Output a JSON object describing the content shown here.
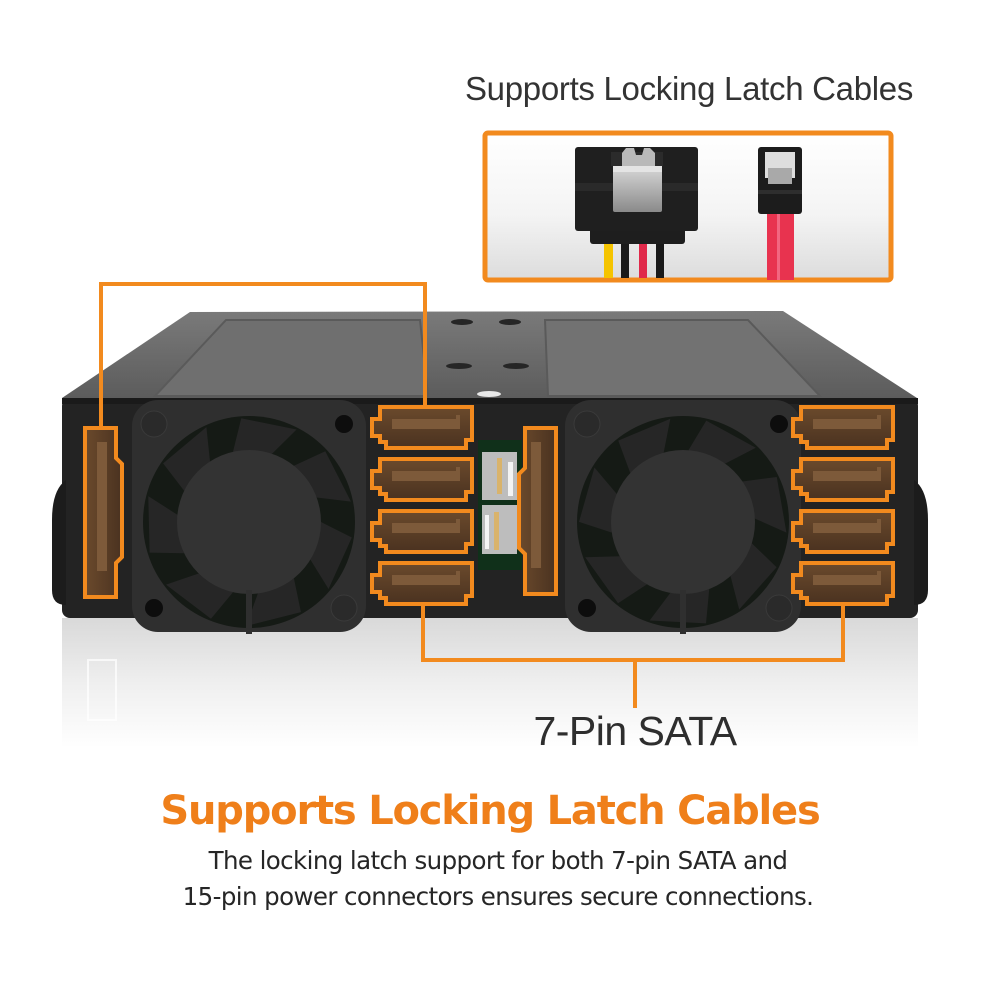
{
  "callout_top": {
    "caption": "Supports Locking Latch Cables",
    "items": [
      {
        "name": "15-pin SATA power connector with locking latch",
        "wire_colors": [
          "#f5c400",
          "#1a1a1a",
          "#e0294a",
          "#1a1a1a"
        ]
      },
      {
        "name": "7-pin SATA data cable with locking latch",
        "cable_color": "#e8334f"
      }
    ]
  },
  "product": {
    "description": "Dual-bay backplane rear view with two cooling fans",
    "fans": 2,
    "power_connectors": 2,
    "sata_connectors_per_side": 4,
    "fan_headers": 2
  },
  "callout_bottom": {
    "label": "7-Pin SATA"
  },
  "feature": {
    "headline": "Supports Locking Latch Cables",
    "body_lines": [
      "The locking latch support for both 7-pin SATA and",
      "15-pin power connectors ensures secure connections."
    ]
  },
  "colors": {
    "accent": "#f28a1e",
    "headline": "#ef7f1a",
    "text": "#2e2e2e",
    "chassis_top": "#6b6b6b",
    "chassis_front": "#232323",
    "fan": "#2f2f2f",
    "connector_fill": "#5a3d25"
  }
}
